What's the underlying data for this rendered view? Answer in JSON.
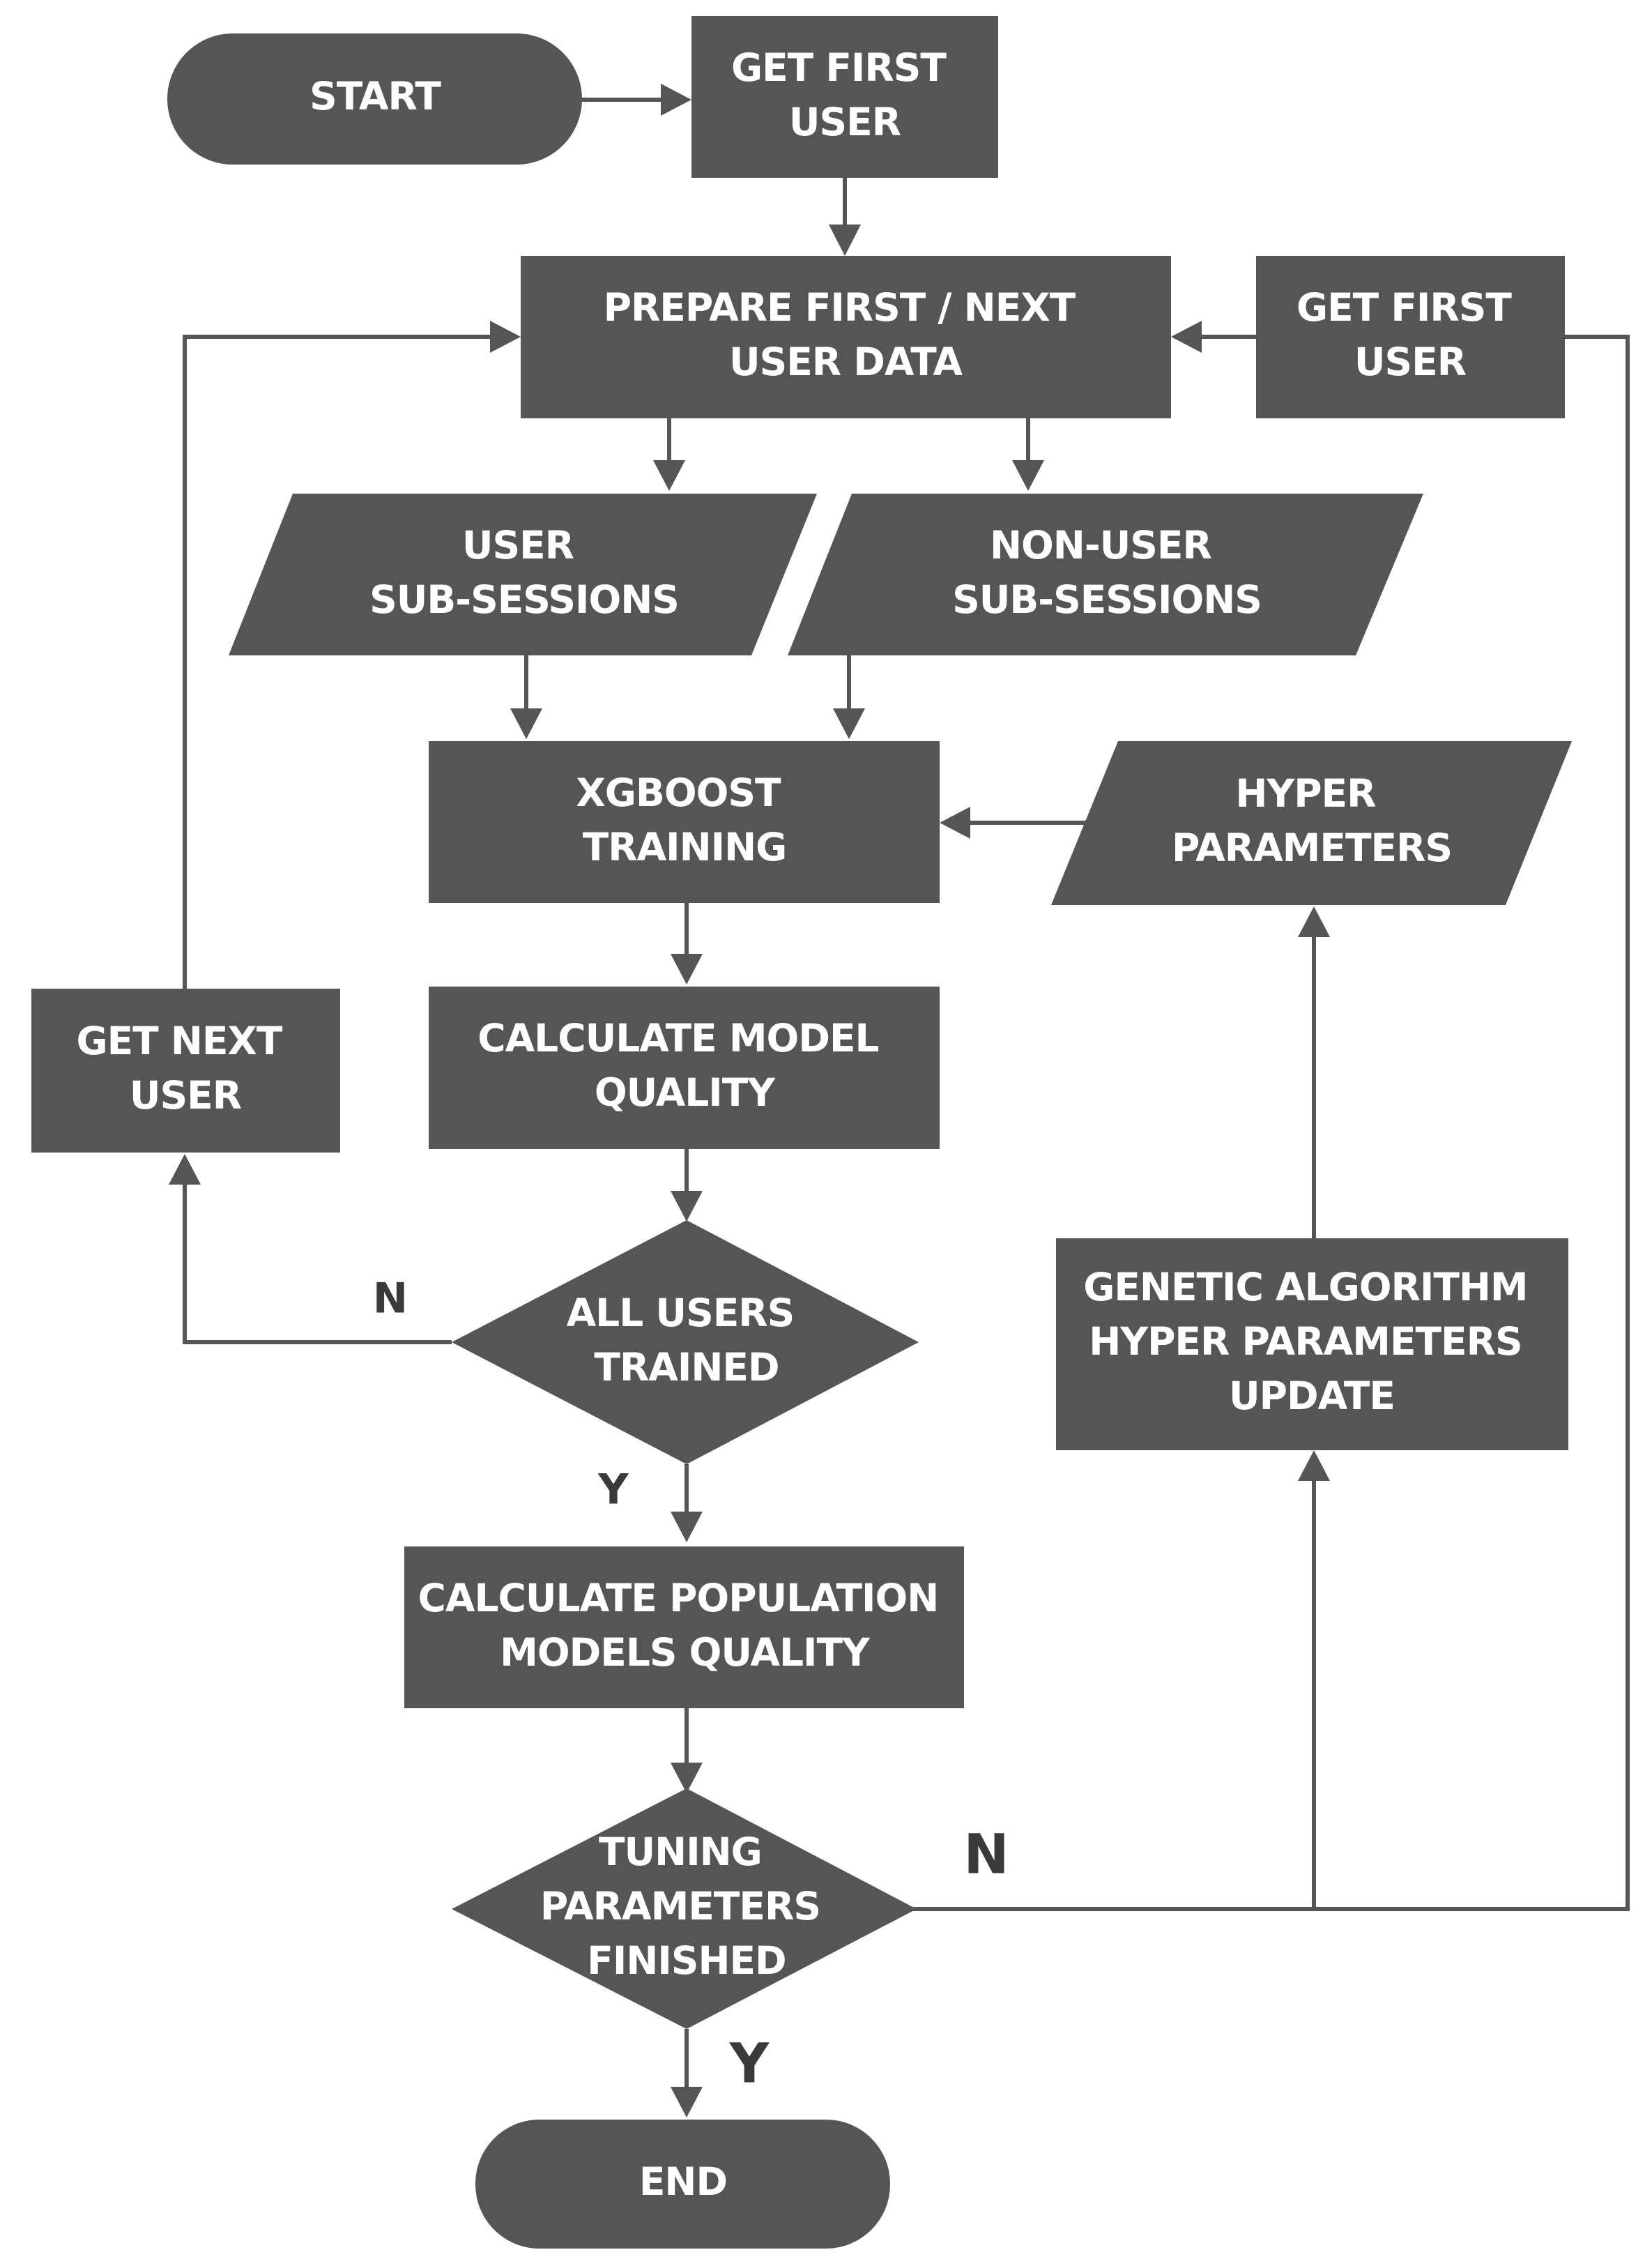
{
  "nodes": {
    "start": "START",
    "get_first_user_top": [
      "GET FIRST",
      "USER"
    ],
    "prepare_user_data": [
      "PREPARE FIRST / NEXT",
      "USER DATA"
    ],
    "get_first_user_right": [
      "GET FIRST",
      "USER"
    ],
    "user_sub_sessions": [
      "USER",
      "SUB-SESSIONS"
    ],
    "non_user_sub_sessions": [
      "NON-USER",
      "SUB-SESSIONS"
    ],
    "xgboost_training": [
      "XGBOOST",
      "TRAINING"
    ],
    "hyper_parameters": [
      "HYPER",
      "PARAMETERS"
    ],
    "get_next_user": [
      "GET NEXT",
      "USER"
    ],
    "calculate_model_quality": [
      "CALCULATE MODEL",
      "QUALITY"
    ],
    "all_users_trained": [
      "ALL USERS",
      "TRAINED"
    ],
    "genetic_algorithm_update": [
      "GENETIC ALGORITHM",
      "HYPER PARAMETERS",
      "UPDATE"
    ],
    "calculate_population_quality": [
      "CALCULATE POPULATION",
      "MODELS QUALITY"
    ],
    "tuning_parameters_finished": [
      "TUNING",
      "PARAMETERS",
      "FINISHED"
    ],
    "end": "END"
  },
  "branch_labels": {
    "all_users_no": "N",
    "all_users_yes": "Y",
    "tuning_no": "N",
    "tuning_yes": "Y"
  },
  "colors": {
    "node_fill": "#555555",
    "node_text": "#ffffff",
    "edge": "#555555",
    "label": "#3a3a3a"
  }
}
